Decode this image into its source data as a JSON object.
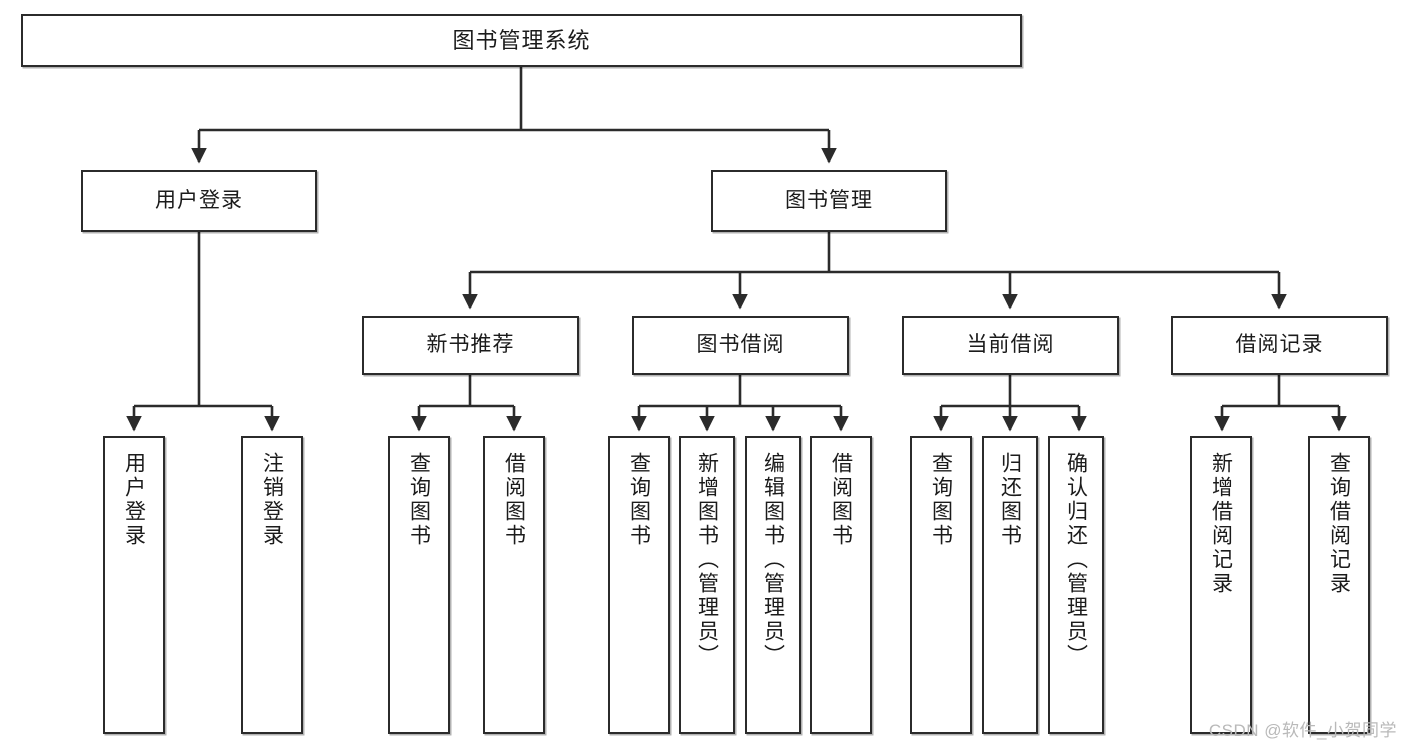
{
  "diagram": {
    "title": "图书管理系统",
    "type": "tree",
    "watermark": "CSDN @软件_小贺同学",
    "colors": {
      "box_border": "#2b2b2b",
      "box_fill": "#ffffff",
      "connector": "#2b2b2b",
      "watermark": "#b9b9b9"
    },
    "root": {
      "label": "图书管理系统"
    },
    "level1": [
      {
        "label": "用户登录"
      },
      {
        "label": "图书管理"
      }
    ],
    "level2": [
      {
        "label": "新书推荐"
      },
      {
        "label": "图书借阅"
      },
      {
        "label": "当前借阅"
      },
      {
        "label": "借阅记录"
      }
    ],
    "leaves": {
      "user_login": [
        {
          "label": "用户登录"
        },
        {
          "label": "注销登录"
        }
      ],
      "new_book_recommend": [
        {
          "label": "查询图书"
        },
        {
          "label": "借阅图书"
        }
      ],
      "book_borrow": [
        {
          "label": "查询图书"
        },
        {
          "label": "新增图书（管理员）"
        },
        {
          "label": "编辑图书（管理员）"
        },
        {
          "label": "借阅图书"
        }
      ],
      "current_borrow": [
        {
          "label": "查询图书"
        },
        {
          "label": "归还图书"
        },
        {
          "label": "确认归还（管理员）"
        }
      ],
      "borrow_record": [
        {
          "label": "新增借阅记录"
        },
        {
          "label": "查询借阅记录"
        }
      ]
    }
  }
}
